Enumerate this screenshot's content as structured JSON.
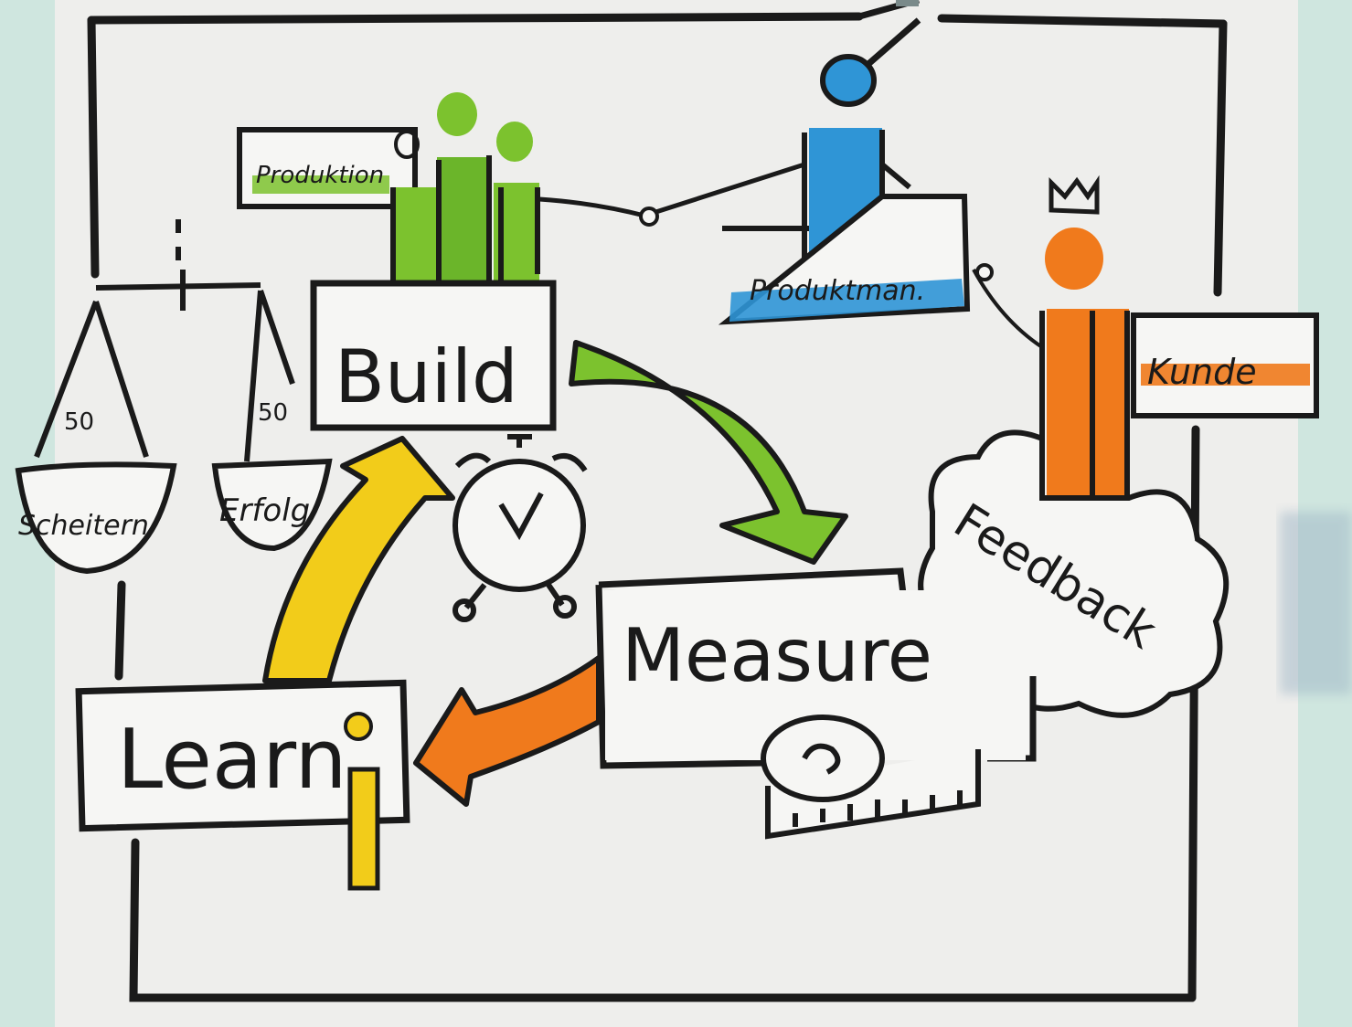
{
  "labels": {
    "build": "Build",
    "measure": "Measure",
    "learn": "Learn",
    "feedback": "Feedback",
    "produktion": "Produktion",
    "produktman": "Produktman.",
    "kunde": "Kunde",
    "scheitern": "Scheitern",
    "erfolg": "Erfolg",
    "left_pan_value": "50",
    "right_pan_value": "50"
  },
  "colors": {
    "paper": "#f3f3f1",
    "ink": "#1a1a1a",
    "green": "#7cc22e",
    "blue": "#2f95d6",
    "orange": "#f07a1c",
    "yellow": "#f2cc1a",
    "background": "#cfe6df"
  }
}
